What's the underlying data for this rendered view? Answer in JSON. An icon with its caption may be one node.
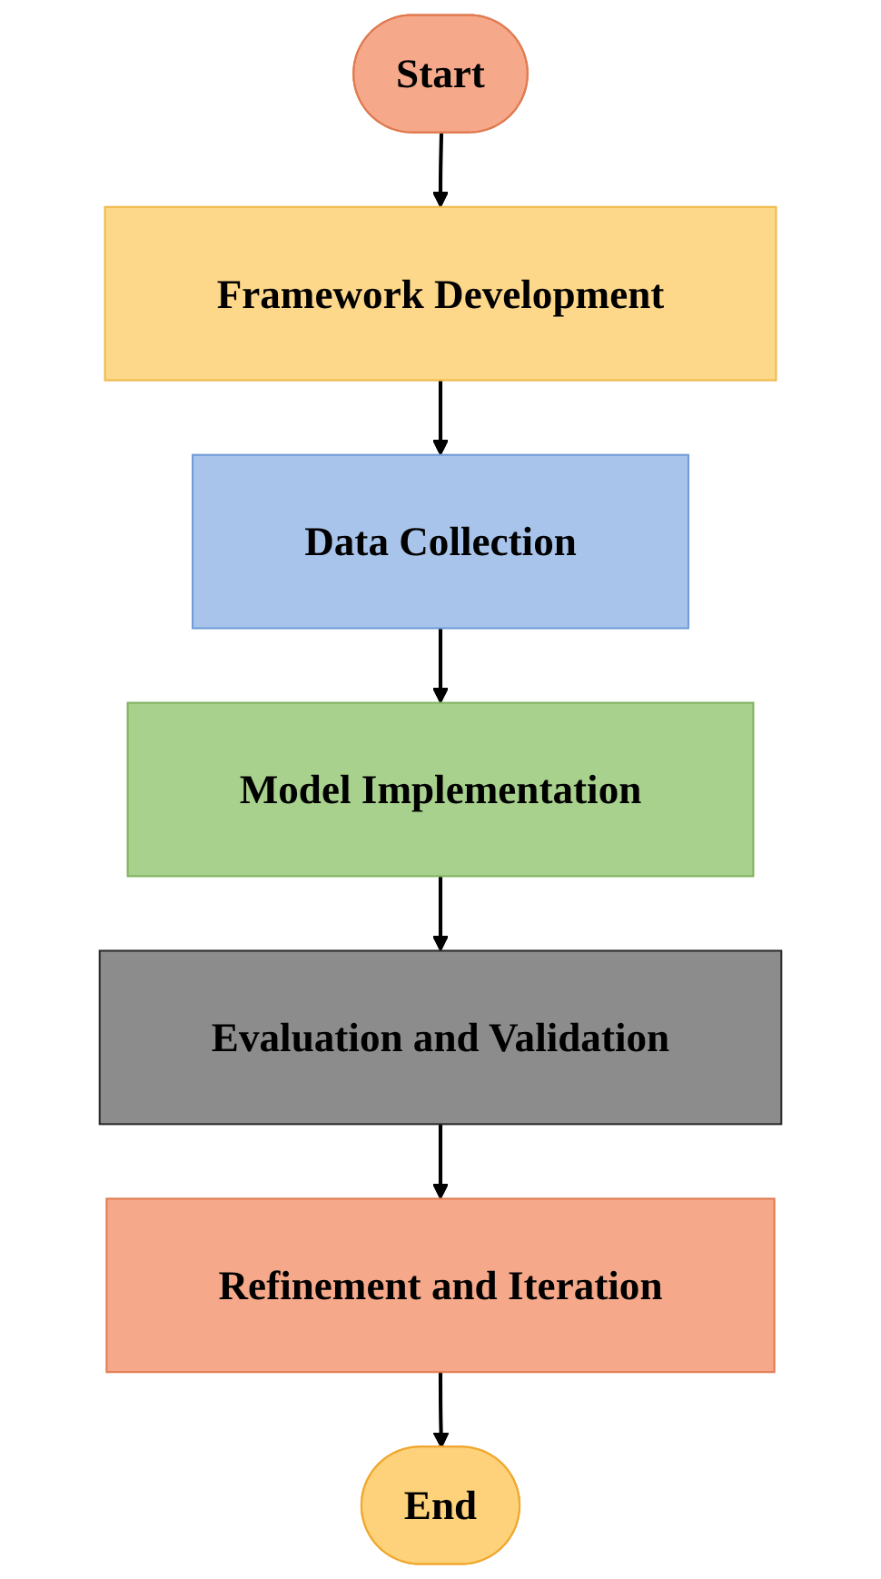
{
  "diagram": {
    "nodes": [
      {
        "text": [
          "Start"
        ]
      },
      {
        "text": [
          "Framework Development"
        ]
      },
      {
        "text": [
          "Data Collection"
        ]
      },
      {
        "text": [
          "Model Implementation"
        ]
      },
      {
        "text": [
          "Evaluation and Validation"
        ]
      },
      {
        "text": [
          "Refinement and Iteration"
        ]
      },
      {
        "text": [
          "End"
        ]
      }
    ],
    "edges": [
      {
        "from": 0,
        "to": 1,
        "arrow": "to"
      },
      {
        "from": 1,
        "to": 2,
        "arrow": "to"
      },
      {
        "from": 2,
        "to": 3,
        "arrow": "to"
      },
      {
        "from": 3,
        "to": 4,
        "arrow": "to"
      },
      {
        "from": 4,
        "to": 5,
        "arrow": "to"
      },
      {
        "from": 5,
        "to": 6,
        "arrow": "to"
      }
    ]
  }
}
